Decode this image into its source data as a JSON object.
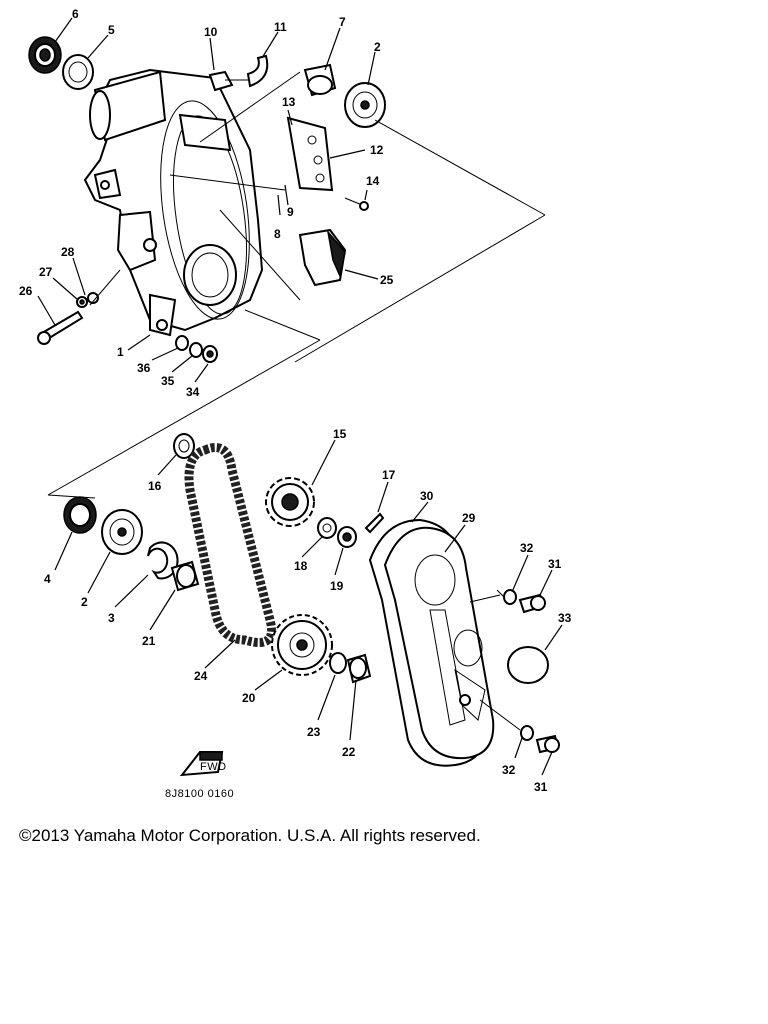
{
  "callouts": [
    "1",
    "2",
    "3",
    "4",
    "5",
    "6",
    "7",
    "8",
    "9",
    "10",
    "11",
    "12",
    "13",
    "14",
    "15",
    "16",
    "17",
    "18",
    "19",
    "20",
    "21",
    "22",
    "23",
    "24",
    "25",
    "26",
    "27",
    "28",
    "29",
    "30",
    "31",
    "32",
    "33",
    "34",
    "35",
    "36"
  ],
  "diagram_code": "8J8100 0160",
  "fwd_label": "FWD",
  "copyright": "©2013 Yamaha Motor Corporation. U.S.A. All rights reserved."
}
